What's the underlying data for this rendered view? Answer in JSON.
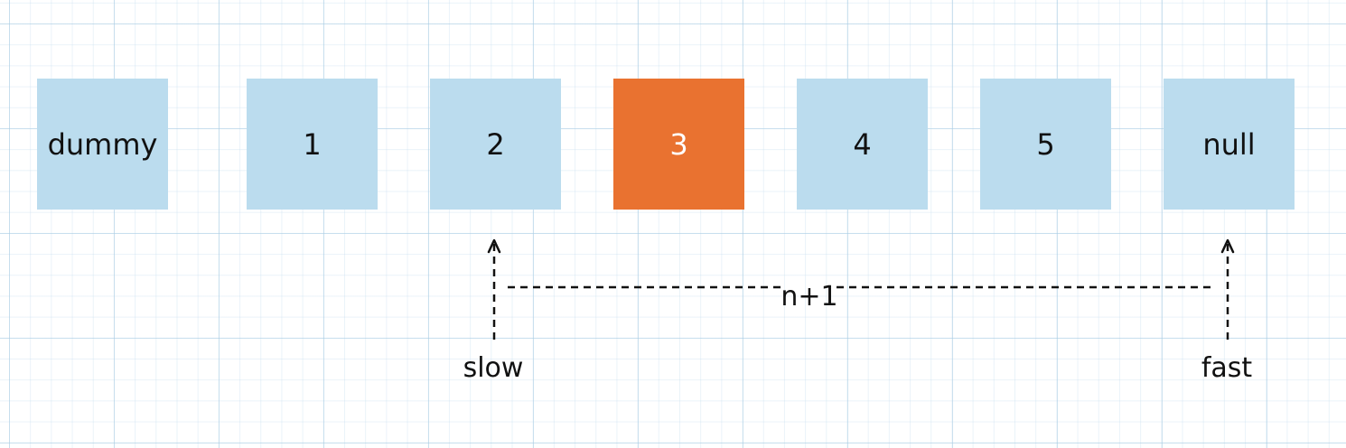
{
  "nodes": [
    {
      "label": "dummy",
      "color": "#bbdcee"
    },
    {
      "label": "1",
      "color": "#bbdcee"
    },
    {
      "label": "2",
      "color": "#bbdcee"
    },
    {
      "label": "3",
      "color": "#e97230",
      "text_color": "#ffffff"
    },
    {
      "label": "4",
      "color": "#bbdcee"
    },
    {
      "label": "5",
      "color": "#bbdcee"
    },
    {
      "label": "null",
      "color": "#bbdcee"
    }
  ],
  "pointers": {
    "slow": {
      "label": "slow",
      "points_to": "2"
    },
    "fast": {
      "label": "fast",
      "points_to": "null"
    }
  },
  "gap_label": "n+1"
}
